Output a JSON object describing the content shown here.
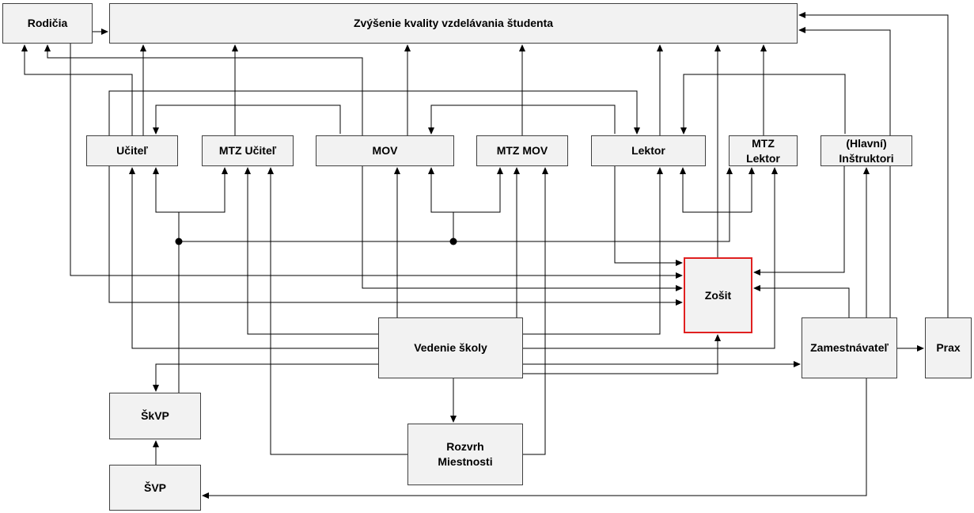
{
  "nodes": {
    "rodicia": "Rodičia",
    "goal": "Zvýšenie kvality vzdelávania študenta",
    "ucitel": "Učiteľ",
    "mtz_ucitel": "MTZ Učiteľ",
    "mov": "MOV",
    "mtz_mov": "MTZ MOV",
    "lektor": "Lektor",
    "mtz_lektor": "MTZ\nLektor",
    "instruktori": "(Hlavní)\nInštruktori",
    "zosit": "Zošit",
    "vedenie": "Vedenie školy",
    "zamestnavatel": "Zamestnávateľ",
    "prax": "Prax",
    "skvp": "ŠkVP",
    "svp": "ŠVP",
    "rozvrh": "Rozvrh\nMiestnosti"
  },
  "colors": {
    "node_fill": "#f2f2f2",
    "node_border": "#404040",
    "highlight_border": "#e02020",
    "line": "#000000"
  }
}
